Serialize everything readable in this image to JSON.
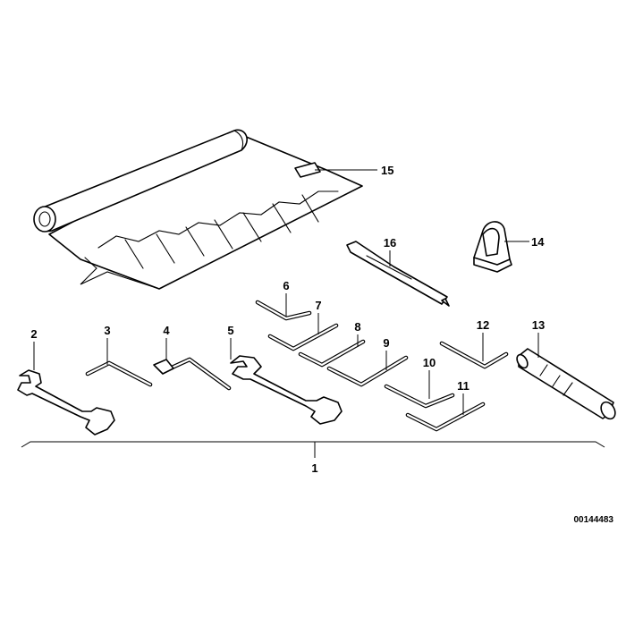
{
  "diagram": {
    "drawing_number": "00144483",
    "callouts": {
      "c1": "1",
      "c2": "2",
      "c3": "3",
      "c4": "4",
      "c5": "5",
      "c6": "6",
      "c7": "7",
      "c8": "8",
      "c9": "9",
      "c10": "10",
      "c11": "11",
      "c12": "12",
      "c13": "13",
      "c14": "14",
      "c15": "15",
      "c16": "16"
    }
  }
}
